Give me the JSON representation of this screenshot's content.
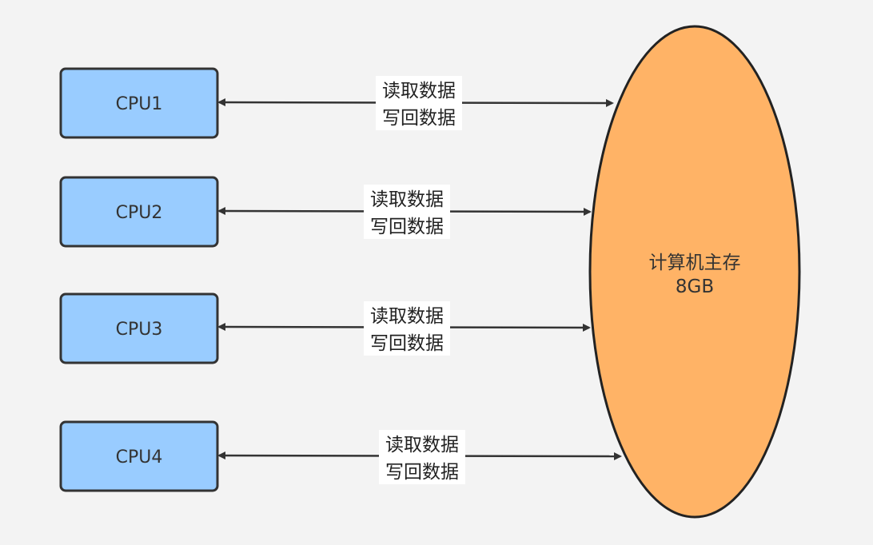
{
  "colors": {
    "background": "#f3f3f3",
    "cpu_fill": "#99ccff",
    "cpu_stroke": "#333333",
    "memory_fill": "#ffb366",
    "memory_stroke": "#222222",
    "arrow": "#333333"
  },
  "cpus": [
    {
      "label": "CPU1"
    },
    {
      "label": "CPU2"
    },
    {
      "label": "CPU3"
    },
    {
      "label": "CPU4"
    }
  ],
  "memory": {
    "line1": "计算机主存",
    "line2": "8GB"
  },
  "edges": [
    {
      "line1": "读取数据",
      "line2": "写回数据"
    },
    {
      "line1": "读取数据",
      "line2": "写回数据"
    },
    {
      "line1": "读取数据",
      "line2": "写回数据"
    },
    {
      "line1": "读取数据",
      "line2": "写回数据"
    }
  ]
}
